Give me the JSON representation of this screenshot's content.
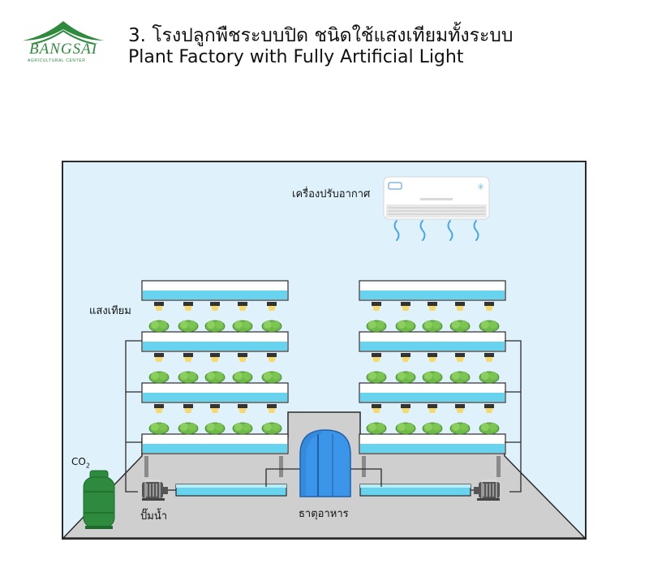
{
  "header": {
    "logo_name": "BANGSAI",
    "logo_subtitle": "AGRICULTURAL CENTER",
    "title_th": "3. โรงปลูกพืชระบบปิด ชนิดใช้แสงเทียมทั้งระบบ",
    "title_en": "Plant Factory with Fully Artificial Light"
  },
  "labels": {
    "air_conditioner": "เครื่องปรับอากาศ",
    "artificial_light": "แสงเทียม",
    "co2_main": "CO",
    "co2_sub": "2",
    "water_pump": "ปั๊มน้ำ",
    "nutrient": "ธาตุอาหาร"
  },
  "colors": {
    "room_fill": "#dff2fb",
    "floor": "#cfcfcf",
    "frame": "#2b2b2b",
    "shelf": "#67d3ee",
    "plant": "#6fb84a",
    "lamp_light": "#f6d86b",
    "tank": "#3b95e8",
    "gas_cylinder": "#2e8b3e",
    "logo_green": "#2e8b3e"
  }
}
